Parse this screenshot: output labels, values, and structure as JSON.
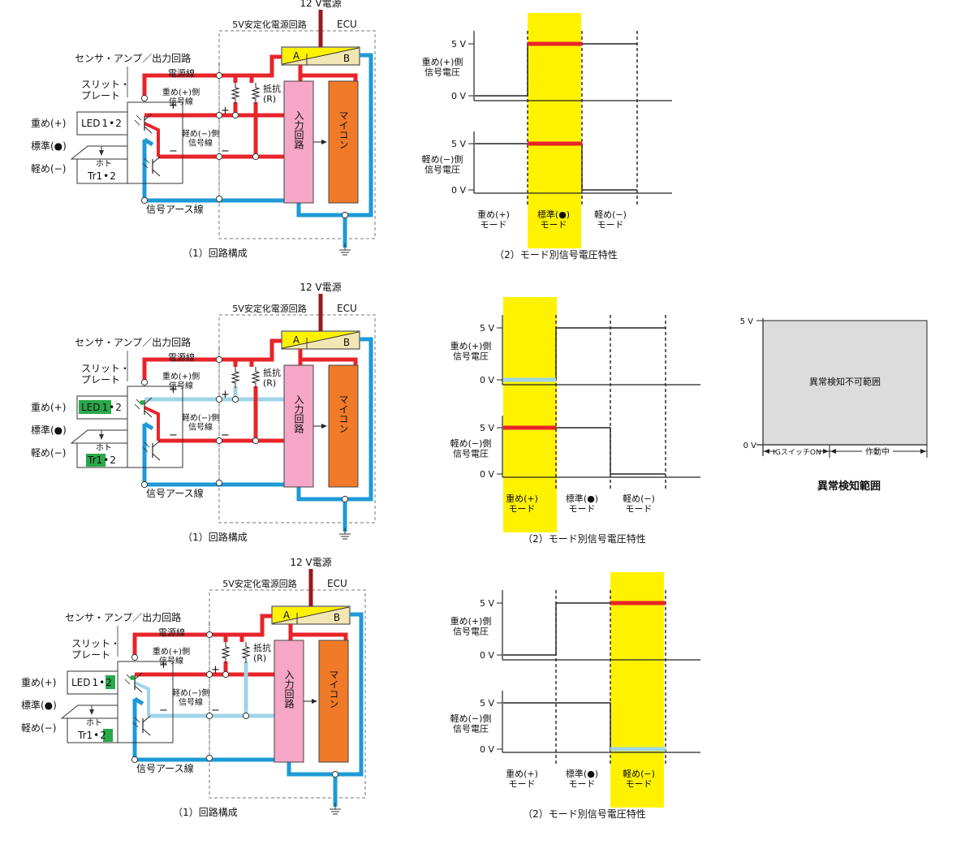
{
  "colors": {
    "power": "#e8242a",
    "ground": "#1e9ad6",
    "signal_light": "#9fd4e8",
    "supply_12v": "#9a1a1a",
    "input_box": "#f6a6c6",
    "mcu_box": "#f07a28",
    "regulator": "#f2e6b4",
    "highlight": "#fff200",
    "green": "#2aa84a",
    "gray_area": "#dcdcdc"
  },
  "labels": {
    "supply": "12 V電源",
    "regulator": "5V安定化電源回路",
    "ecu": "ECU",
    "sensor_amp": "センサ・アンプ／出力回路",
    "slit_plate": "スリット・\nプレート",
    "power_line": "電源線",
    "heavy_signal_line": "重め(+)側\n信号線",
    "light_signal_line": "軽め(−)側\n信号線",
    "resistor": "抵抗\n(R)",
    "ground_line": "信号アース線",
    "input_circuit": "入力回路",
    "mcu": "マイコン",
    "reg_a": "A",
    "reg_b": "B",
    "plus": "+",
    "minus": "−",
    "mode_heavy": "重め(+)",
    "mode_standard": "標準(●)",
    "mode_light": "軽め(−)",
    "led": "LED",
    "led_num1": "1",
    "led_sep": "•",
    "led_num2": "2",
    "photo_tr_top": "ホト",
    "tr": "Tr",
    "caption_circuit": "（1）回路構成",
    "caption_signal": "（2）モード別信号電圧特性",
    "five_v": "5 V",
    "zero_v": "0 V",
    "heavy_voltage": "重め(+)側\n信号電圧",
    "light_voltage": "軽め(−)側\n信号電圧",
    "col_heavy": "重め(+)\nモード",
    "col_standard": "標準(●)\nモード",
    "col_light": "軽め(−)\nモード",
    "detect_5v": "5 V",
    "detect_0v": "0 V",
    "detect_gray": "異常検知不可範囲",
    "detect_ig": "IGスイッチON",
    "detect_running": "作動中",
    "detect_title": "異常検知範囲"
  },
  "panels": [
    {
      "id": "normal",
      "circuit": {
        "heavy_light_blue": false,
        "light_light_blue": false,
        "green_led1": false,
        "green_led2": false,
        "green_tr1": false,
        "green_tr2": false,
        "green_transistor": false
      },
      "chart": {
        "highlight_col": 1,
        "heavy": [
          0,
          5,
          5
        ],
        "light": [
          5,
          5,
          0
        ],
        "emphasis_heavy": "red",
        "emphasis_light": "red"
      }
    },
    {
      "id": "heavy_fault",
      "circuit": {
        "heavy_light_blue": true,
        "light_light_blue": false,
        "green_led1": true,
        "green_led2": false,
        "green_tr1": true,
        "green_tr2": false,
        "green_transistor": true
      },
      "chart": {
        "highlight_col": 0,
        "heavy": [
          0,
          5,
          5
        ],
        "light": [
          5,
          5,
          0
        ],
        "emphasis_heavy": "light",
        "emphasis_light": "red"
      }
    },
    {
      "id": "light_fault",
      "circuit": {
        "heavy_light_blue": false,
        "light_light_blue": true,
        "green_led1": false,
        "green_led2": true,
        "green_tr1": false,
        "green_tr2": true,
        "green_transistor": true
      },
      "chart": {
        "highlight_col": 2,
        "heavy": [
          0,
          5,
          5
        ],
        "light": [
          5,
          5,
          0
        ],
        "emphasis_heavy": "red",
        "emphasis_light": "light"
      }
    }
  ]
}
